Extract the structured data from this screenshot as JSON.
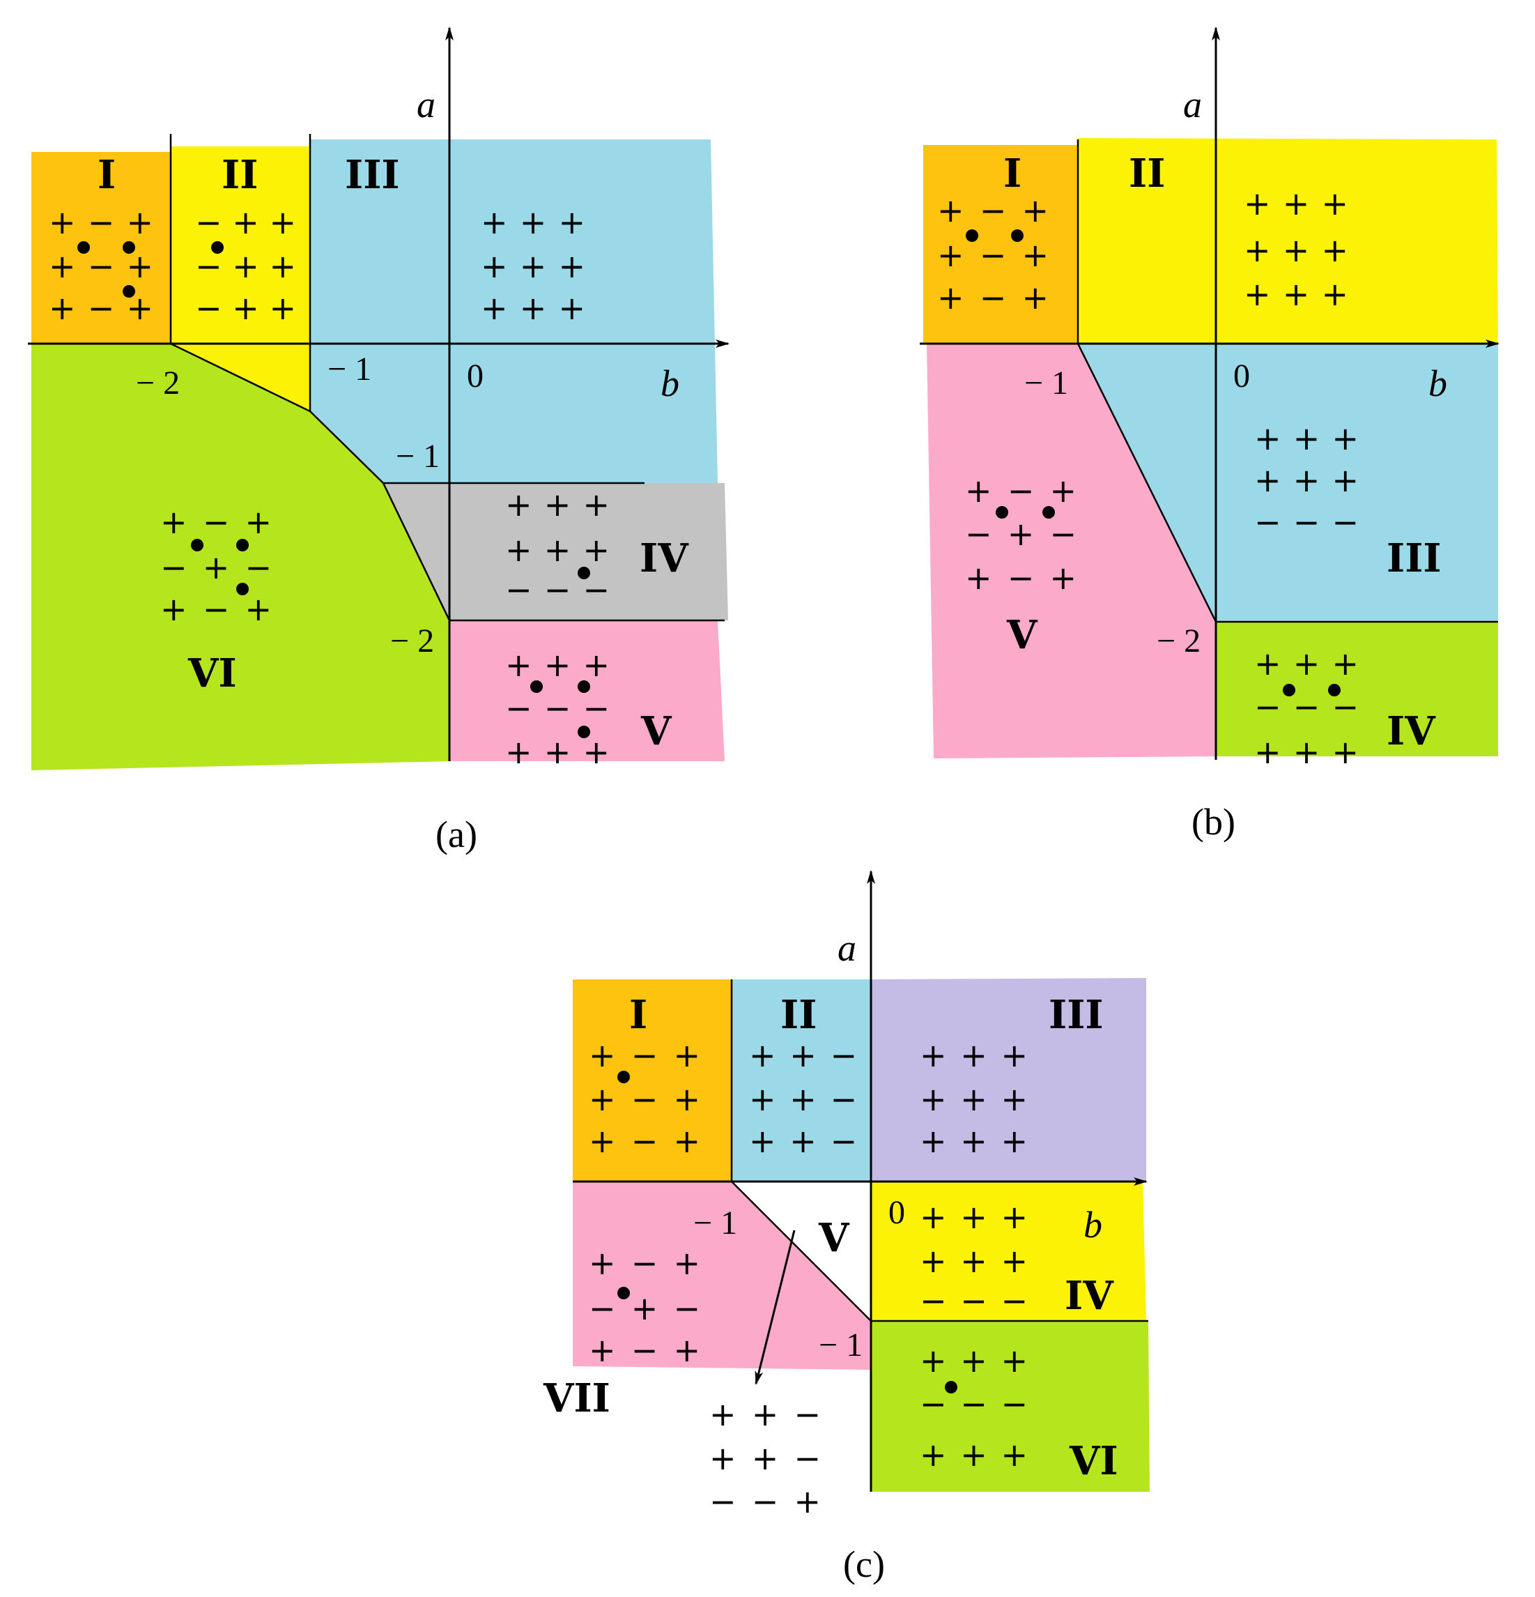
{
  "colors": {
    "orange": "#FEC30F",
    "yellow": "#FCF205",
    "blue": "#9BD9E8",
    "gray": "#C3C3C3",
    "pink": "#FBABC9",
    "green": "#B5E51D",
    "lavender": "#C4BCE4",
    "white": "#FFFFFF"
  },
  "panels": [
    {
      "id": "a",
      "caption": "(a)",
      "axis_x": "b",
      "axis_y": "a",
      "ticks": {
        "origin": "0",
        "b_minus_2": "− 2",
        "b_minus_1": "− 1",
        "a_minus_1": "− 1",
        "a_minus_2": "− 2"
      },
      "regions": [
        {
          "label": "I",
          "color": "orange",
          "signs": [
            "+ − +",
            "+ − +",
            "+ − +"
          ],
          "dots": 3
        },
        {
          "label": "II",
          "color": "yellow",
          "signs": [
            "− + +",
            "− + +",
            "− + +"
          ],
          "dots": 1
        },
        {
          "label": "III",
          "color": "blue",
          "signs": [
            "+ + +",
            "+ + +",
            "+ + +"
          ],
          "dots": 0
        },
        {
          "label": "IV",
          "color": "gray",
          "signs": [
            "+ + +",
            "+ + +",
            "− − −"
          ],
          "dots": 1
        },
        {
          "label": "V",
          "color": "pink",
          "signs": [
            "+ + +",
            "− − −",
            "+ + +"
          ],
          "dots": 3
        },
        {
          "label": "VI",
          "color": "green",
          "signs": [
            "+ − +",
            "− + −",
            "+ − +"
          ],
          "dots": 3
        }
      ]
    },
    {
      "id": "b",
      "caption": "(b)",
      "axis_x": "b",
      "axis_y": "a",
      "ticks": {
        "origin": "0",
        "b_minus_1": "− 1",
        "a_minus_2": "− 2"
      },
      "regions": [
        {
          "label": "I",
          "color": "orange",
          "signs": [
            "+ − +",
            "+ − +",
            "+ − +"
          ],
          "dots": 2
        },
        {
          "label": "II",
          "color": "yellow",
          "signs": [
            "+ + +",
            "+ + +",
            "+ + +"
          ],
          "dots": 0
        },
        {
          "label": "III",
          "color": "blue",
          "signs": [
            "+ + +",
            "+ + +",
            "− − −"
          ],
          "dots": 0
        },
        {
          "label": "IV",
          "color": "green",
          "signs": [
            "+ + +",
            "− − −",
            "+ + +"
          ],
          "dots": 2
        },
        {
          "label": "V",
          "color": "pink",
          "signs": [
            "+ − +",
            "− + −",
            "+ − +"
          ],
          "dots": 2
        }
      ]
    },
    {
      "id": "c",
      "caption": "(c)",
      "axis_x": "b",
      "axis_y": "a",
      "ticks": {
        "origin": "0",
        "b_minus_1": "− 1",
        "a_minus_1": "− 1"
      },
      "regions": [
        {
          "label": "I",
          "color": "orange",
          "signs": [
            "+ − +",
            "+ − +",
            "+ − +"
          ],
          "dots": 1
        },
        {
          "label": "II",
          "color": "blue",
          "signs": [
            "+ + −",
            "+ + −",
            "+ + −"
          ],
          "dots": 0
        },
        {
          "label": "III",
          "color": "lavender",
          "signs": [
            "+ + +",
            "+ + +",
            "+ + +"
          ],
          "dots": 0
        },
        {
          "label": "IV",
          "color": "yellow",
          "signs": [
            "+ + +",
            "+ + +",
            "− − −"
          ],
          "dots": 0
        },
        {
          "label": "V",
          "color": "white",
          "signs": [
            "+ + −",
            "+ + −",
            "− − +"
          ],
          "dots": 0
        },
        {
          "label": "VI",
          "color": "green",
          "signs": [
            "+ + +",
            "− − −",
            "+ + +"
          ],
          "dots": 1
        },
        {
          "label": "VII",
          "color": "pink",
          "signs": [
            "+ − +",
            "− + −",
            "+ − +"
          ],
          "dots": 1
        }
      ]
    }
  ]
}
